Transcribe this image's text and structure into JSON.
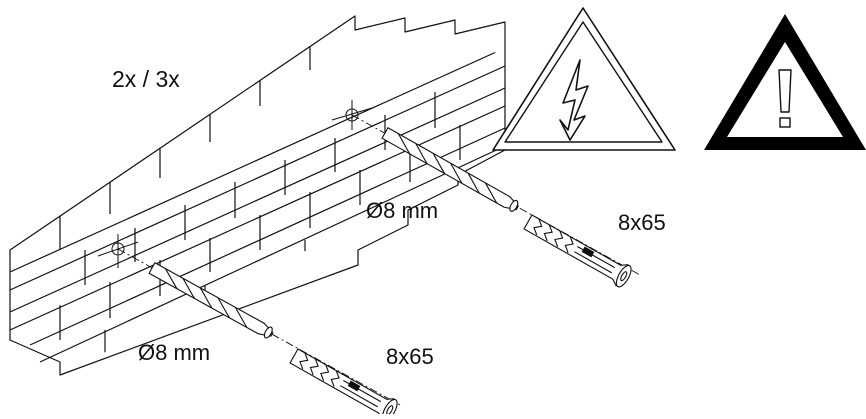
{
  "labels": {
    "quantity": "2x / 3x",
    "drill_upper": "Ø8 mm",
    "drill_lower": "Ø8 mm",
    "plug_upper": "8x65",
    "plug_lower": "8x65"
  },
  "icons": {
    "electric_hazard": "high-voltage-warning-icon",
    "general_warning": "exclamation-warning-icon"
  },
  "colors": {
    "line": "#111111",
    "background": "#ffffff",
    "warning_fill": "#000000"
  }
}
